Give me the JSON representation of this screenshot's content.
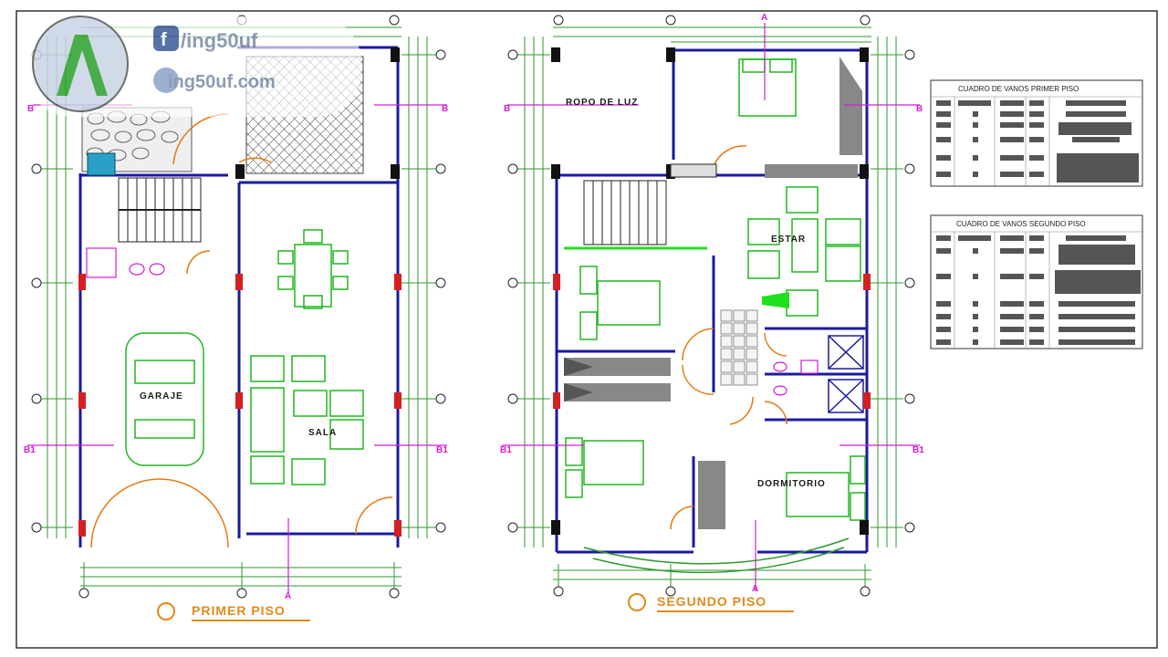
{
  "watermark": {
    "facebook_handle": "/ing50uf",
    "website": "ing50uf.com",
    "facebook_glyph": "f"
  },
  "plans": {
    "first_floor": {
      "title": "PRIMER PISO",
      "rooms": {
        "garage": "GARAJE",
        "living": "SALA"
      }
    },
    "second_floor": {
      "title": "SEGUNDO PISO",
      "rooms": {
        "roof_top": "ROPO DE LUZ",
        "stair_hall": "ESTAR",
        "bedroom": "DORMITORIO"
      }
    }
  },
  "section_marks": {
    "b": "B",
    "b1": "B1",
    "a": "A"
  },
  "tables": {
    "first": {
      "title": "CUADRO DE VANOS PRIMER PISO"
    },
    "second": {
      "title": "CUADRO DE VANOS SEGUNDO PISO"
    }
  },
  "colors": {
    "wall_blue": "#1a1aa0",
    "dim_green": "#2c9a2c",
    "furniture_green": "#1fb81f",
    "section_magenta": "#d41cd4",
    "door_orange": "#e47a10",
    "text_dark": "#1a1a1a",
    "title_orange": "#e08a1c"
  }
}
